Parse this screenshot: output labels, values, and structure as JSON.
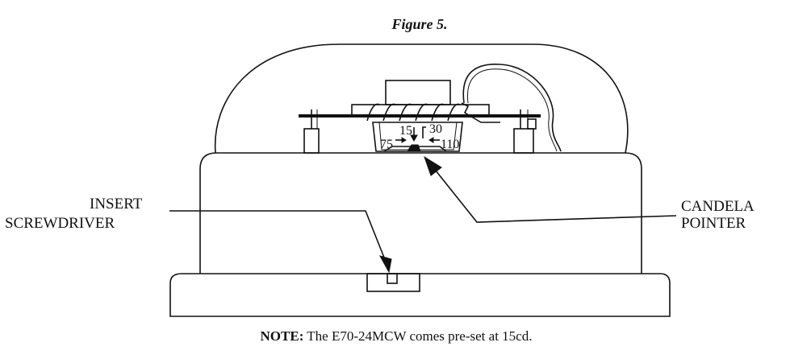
{
  "figure_title": "Figure 5.",
  "labels": {
    "insert_line1": "INSERT",
    "insert_line2": "SCREWDRIVER",
    "candela_line1": "CANDELA",
    "candela_line2": "POINTER"
  },
  "scale": {
    "v15": "15",
    "v30": "30",
    "v75": "75",
    "v110": "110"
  },
  "note": {
    "prefix": "NOTE:",
    "text": " The E70-24MCW comes pre-set at 15cd."
  }
}
